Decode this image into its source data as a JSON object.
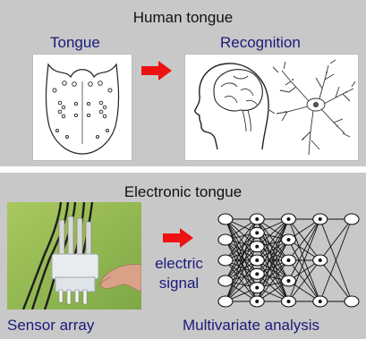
{
  "human": {
    "title": "Human tongue",
    "tongue_label": "Tongue",
    "recognition_label": "Recognition"
  },
  "electronic": {
    "title": "Electronic tongue",
    "signal_line1": "electric",
    "signal_line2": "signal",
    "sensor_label": "Sensor array",
    "analysis_label": "Multivariate analysis"
  },
  "colors": {
    "panel_bg": "#c8c8c8",
    "arrow": "#ee1111",
    "label_blue": "#1a1a7a",
    "photo_green": "#9fbf5a"
  },
  "network": {
    "layers": [
      5,
      7,
      5,
      3,
      2
    ]
  }
}
